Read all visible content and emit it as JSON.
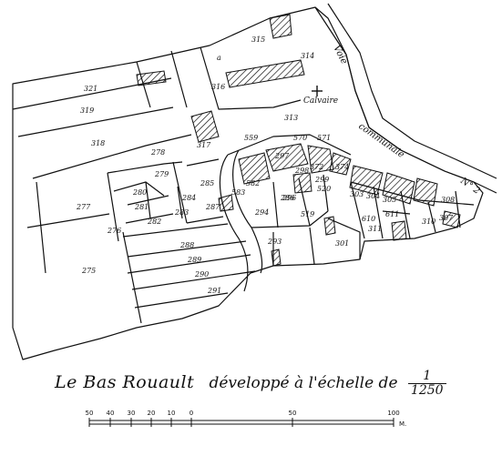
{
  "map": {
    "parcels": [
      "321",
      "319",
      "318",
      "278",
      "279",
      "280",
      "281",
      "277",
      "276",
      "275",
      "282",
      "283",
      "284",
      "285",
      "286",
      "287",
      "288",
      "289",
      "290",
      "291",
      "293",
      "294",
      "296",
      "297",
      "298",
      "299",
      "301",
      "303",
      "304",
      "305",
      "307",
      "308",
      "310",
      "311",
      "313",
      "314",
      "315",
      "316",
      "317",
      "372",
      "374",
      "519",
      "520",
      "559",
      "570",
      "571",
      "582",
      "583",
      "610",
      "611"
    ],
    "place_labels": {
      "a": "a",
      "calvaire": "Calvaire",
      "road_name": [
        "Voie",
        "communale",
        "N° 2"
      ]
    }
  },
  "title": {
    "place": "Le Bas Rouault",
    "text": "développé à l'échelle de",
    "scale_numerator": "1",
    "scale_denominator": "1250"
  },
  "scale": {
    "ticks": [
      "50",
      "40",
      "30",
      "20",
      "10",
      "0",
      "50",
      "100"
    ],
    "unit": "M."
  }
}
